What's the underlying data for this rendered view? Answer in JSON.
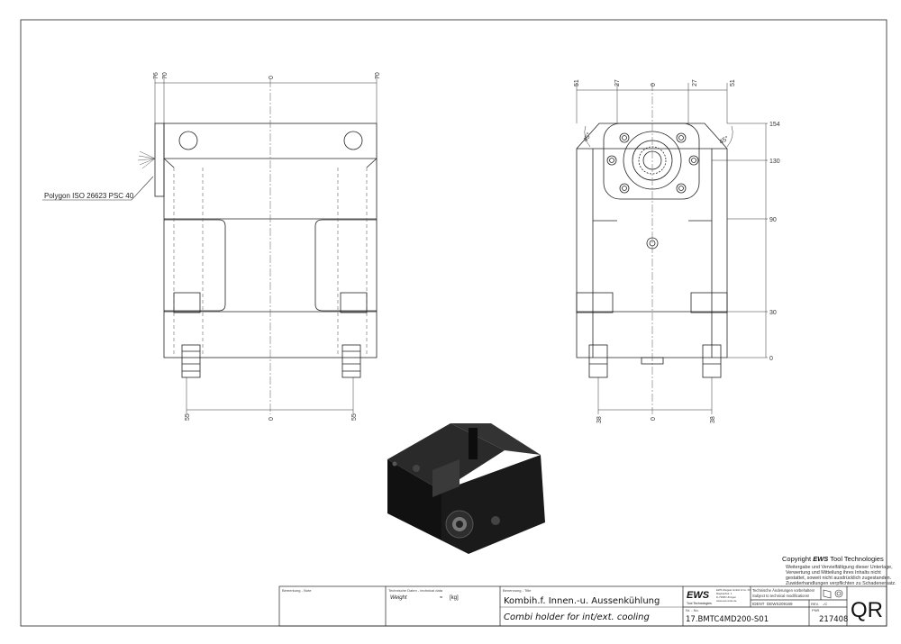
{
  "front_view": {
    "top_dims": [
      "76",
      "70",
      "0",
      "70"
    ],
    "bottom_dims": [
      "55",
      "0",
      "55"
    ],
    "callout": "Polygon ISO 26623 PSC 40"
  },
  "side_view": {
    "top_dims": [
      "51",
      "27",
      "0",
      "27",
      "51"
    ],
    "angle_left": "45°",
    "angle_right": "45°",
    "right_dims": [
      "154",
      "130",
      "90",
      "30",
      "0"
    ],
    "bottom_dims": [
      "38",
      "0",
      "38"
    ]
  },
  "copyright": {
    "title_prefix": "Copyright ",
    "title_brand": "EWS",
    "title_suffix": " Tool Technologies",
    "lines": [
      "Weitergabe und Vervielfältigung dieser Unterlage,",
      "Verwertung und Mitteilung ihres Inhalts nicht",
      "gestattet, soweit nicht ausdrücklich zugestanden.",
      "Zuwiderhandlungen verpflichten zu Schadenersatz."
    ]
  },
  "title_block": {
    "remark_label": "Bemerkung - Note",
    "tech_label": "Technische Daten - technical data",
    "weight_label": "Weight",
    "weight_value": "≈",
    "weight_unit": "[kg]",
    "designation_label": "Benennung - Title",
    "title_de": "Kombih.f. Innen.-u. Aussenkühlung",
    "title_en": "Combi holder for int/ext. cooling",
    "no_label": "Nr. - No.",
    "drawing_no": "17.BMTC4MD200-S01",
    "logo_text": "EWS",
    "logo_sub": "Tool Technologies",
    "address": [
      "EWS Weigele GmbH & Co. KG",
      "Maybachstr. 1",
      "D-73095 Uhingen",
      "www.ews-tools.de"
    ],
    "change_de": "Technische Änderungen vorbehalten!",
    "change_en": "Subject to technical modifications!",
    "ident_label": "IDENT",
    "ident_value": "DEWS209169",
    "rev_label": "REV.",
    "rev_value": "-/C",
    "pnr_label": "PNR",
    "pnr_value": "217408",
    "qr": "QR"
  }
}
